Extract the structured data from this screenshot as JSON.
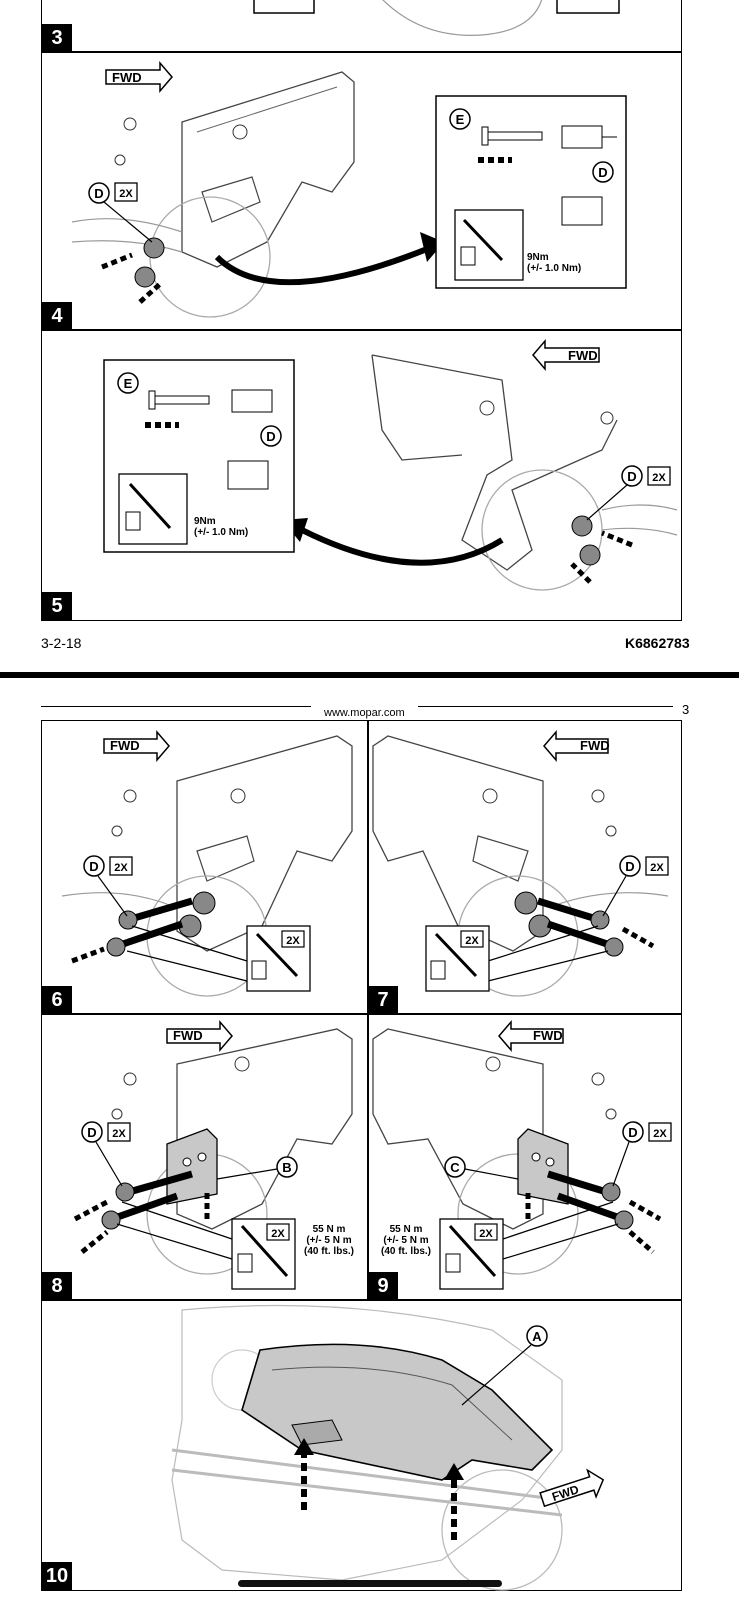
{
  "page1": {
    "steps": [
      "3",
      "4",
      "5"
    ],
    "fwd": "FWD",
    "callout_d": "D",
    "callout_e": "E",
    "qty": "2X",
    "torque_small_line1": "9Nm",
    "torque_small_line2": "(+/- 1.0 Nm)",
    "footer_left": "3-2-18",
    "footer_right": "K6862783"
  },
  "page2": {
    "url": "www.mopar.com",
    "page_number": "3",
    "steps": [
      "6",
      "7",
      "8",
      "9",
      "10"
    ],
    "fwd": "FWD",
    "callout_a": "A",
    "callout_b": "B",
    "callout_c": "C",
    "callout_d": "D",
    "qty": "2X",
    "torque_line1": "55 N m",
    "torque_line2": "(+/- 5 N m",
    "torque_line3": "(40 ft. lbs.)"
  }
}
